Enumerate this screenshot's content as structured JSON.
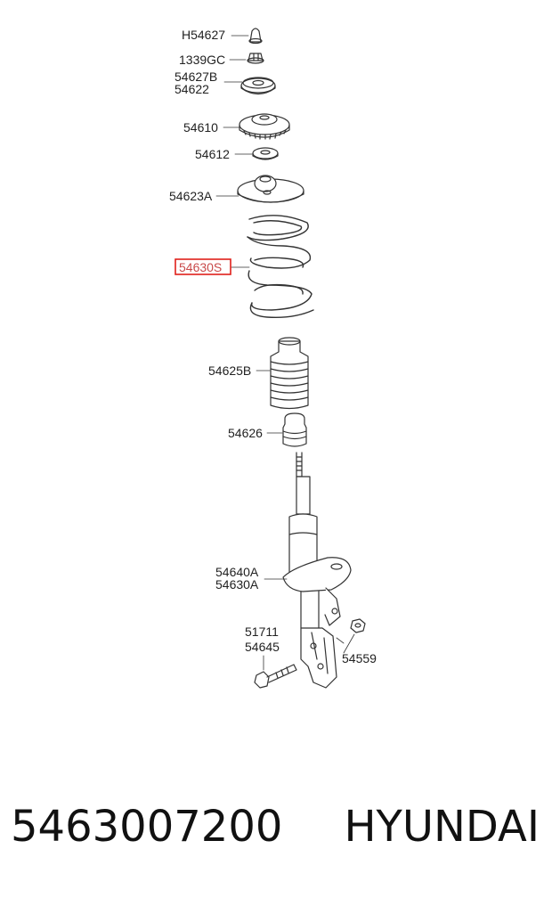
{
  "diagram": {
    "labels": {
      "h54627": "H54627",
      "n1339gc": "1339GC",
      "n54627b": "54627B",
      "n54622": "54622",
      "n54610": "54610",
      "n54612": "54612",
      "n54623a": "54623A",
      "n54630s": "54630S",
      "n54625b": "54625B",
      "n54626": "54626",
      "n54640a": "54640A",
      "n54630a": "54630A",
      "n51711": "51711",
      "n54645": "54645",
      "n54559": "54559"
    },
    "highlight_color": "#e0201a"
  },
  "footer": {
    "part_number": "5463007200",
    "brand": "HYUNDAI"
  }
}
